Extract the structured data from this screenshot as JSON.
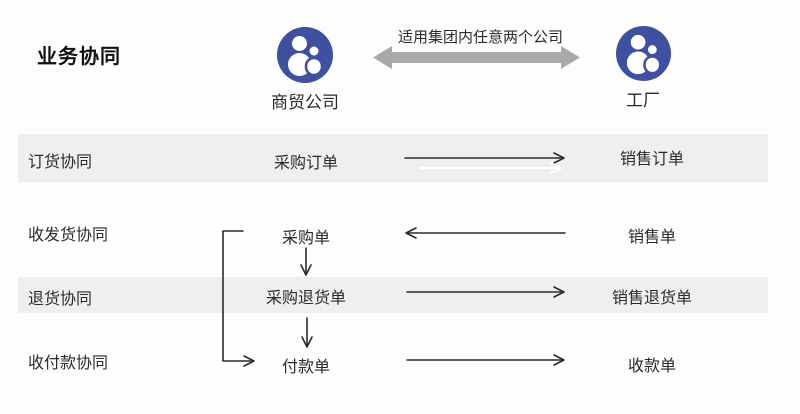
{
  "header": {
    "title": "业务协同",
    "note": "适用集团内任意两个公司",
    "left_entity": {
      "label": "商贸公司",
      "icon": "people-icon"
    },
    "right_entity": {
      "label": "工厂",
      "icon": "people-icon"
    },
    "connector": "double-headed-arrow"
  },
  "rows": [
    {
      "label": "订货协同",
      "source_doc": "采购订单",
      "target_doc": "销售订单",
      "direction": "left-to-right",
      "highlighted": true
    },
    {
      "label": "收发货协同",
      "source_doc": "采购单",
      "target_doc": "销售单",
      "direction": "right-to-left",
      "highlighted": false
    },
    {
      "label": "退货协同",
      "source_doc": "采购退货单",
      "target_doc": "销售退货单",
      "direction": "left-to-right",
      "highlighted": true
    },
    {
      "label": "收付款协同",
      "source_doc": "付款单",
      "target_doc": "收款单",
      "direction": "left-to-right",
      "highlighted": false
    }
  ],
  "internal_flows": [
    {
      "from": "采购单",
      "to": "采购退货单",
      "type": "down-arrow"
    },
    {
      "from": "采购退货单",
      "to": "付款单",
      "type": "down-arrow"
    },
    {
      "from": "采购单",
      "to": "付款单",
      "type": "elbow-arrow"
    }
  ],
  "colors": {
    "entity_icon_blue": "#3e509f",
    "row_band_gray": "#efefef",
    "connector_dark": "#2b2b2b",
    "group_arrow_gray": "#a9a9a9",
    "background": "#fdfdfd"
  }
}
